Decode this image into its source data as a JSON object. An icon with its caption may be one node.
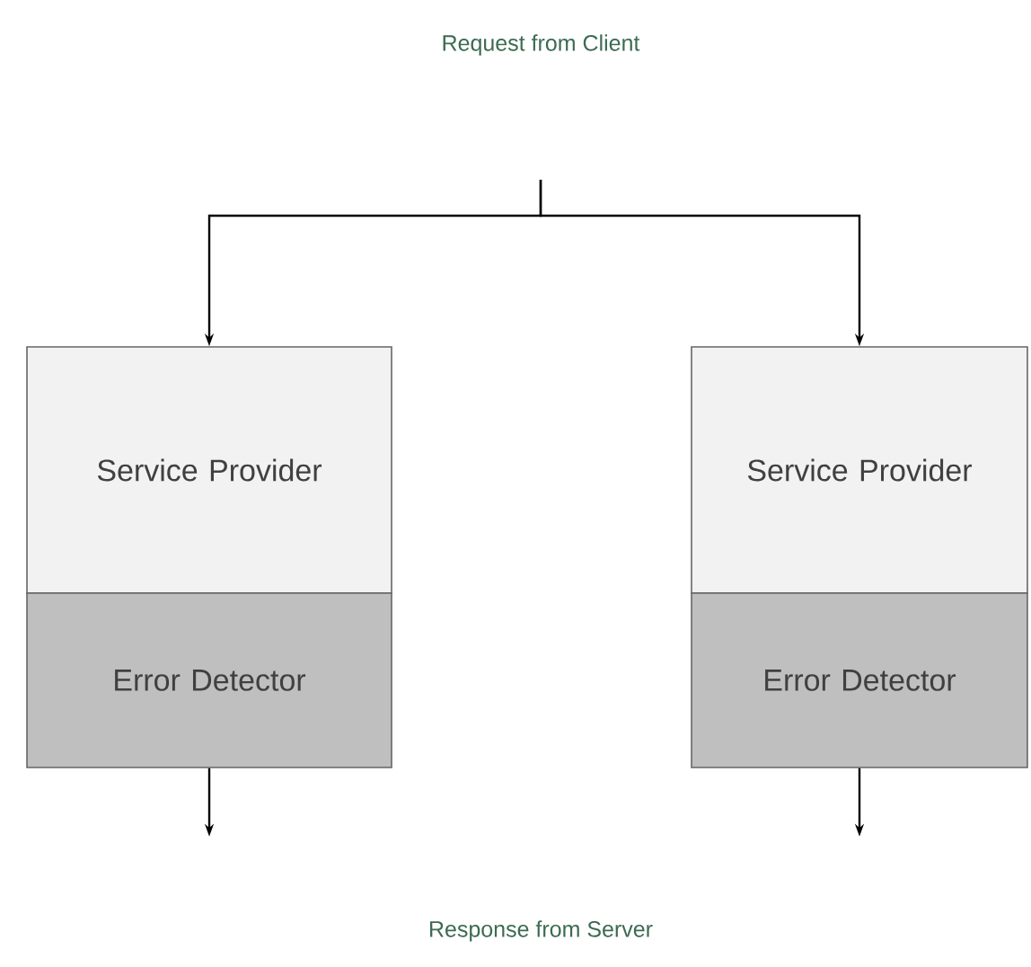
{
  "diagram": {
    "nodes": [
      {
        "text": [
          "Service Provider"
        ]
      },
      {
        "text": [
          "Error Detector"
        ]
      },
      {
        "text": [
          "Service Provider"
        ]
      },
      {
        "text": [
          "Error Detector"
        ]
      }
    ],
    "edges": [
      {
        "from": null,
        "to": 0,
        "arrow": "to"
      },
      {
        "from": null,
        "to": 2,
        "arrow": "to"
      },
      {
        "from": 1,
        "to": null,
        "arrow": "to"
      },
      {
        "from": 3,
        "to": null,
        "arrow": "to"
      }
    ],
    "labels": [
      "Request from Client",
      "Response from Server"
    ]
  }
}
